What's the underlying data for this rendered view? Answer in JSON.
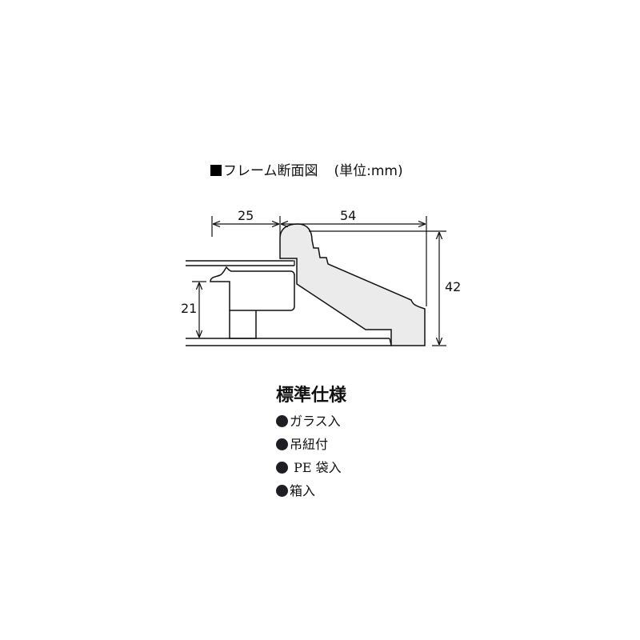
{
  "title": {
    "label": "フレーム断面図",
    "unit": "(単位:mm)"
  },
  "diagram": {
    "dimensions": {
      "top_left_width": "25",
      "top_right_width": "54",
      "right_height": "42",
      "left_height": "21"
    },
    "fill_color": "#ebebeb",
    "line_color": "#111111"
  },
  "spec": {
    "heading": "標準仕様",
    "items": [
      {
        "label": "ガラス入"
      },
      {
        "label": "吊紐付"
      },
      {
        "label": " PE 袋入"
      },
      {
        "label": "箱入"
      }
    ],
    "bullet_color": "#1e1e24"
  }
}
